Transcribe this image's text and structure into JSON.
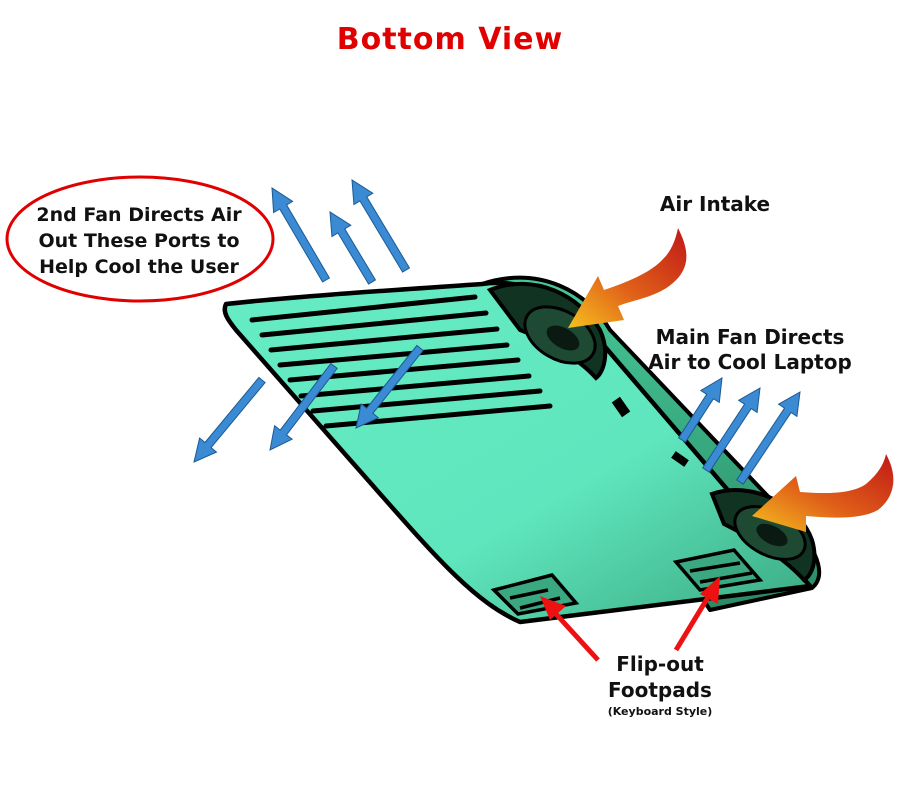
{
  "title": "Bottom View",
  "labels": {
    "callout": "2nd Fan Directs Air\nOut These Ports to\nHelp Cool the User",
    "air_intake": "Air Intake",
    "main_fan": "Main Fan Directs\nAir to Cool Laptop",
    "footpads": "Flip-out\nFootpads",
    "footpads_note": "(Keyboard Style)"
  },
  "colors": {
    "title": "#e00000",
    "body_fill": "#66ecc4",
    "body_shade": "#3aa880",
    "outline": "#000000",
    "blue_arrow": "#3a8ad4",
    "intake_arrow_start": "#f5c020",
    "intake_arrow_end": "#c01818",
    "red_pointer": "#ee1111",
    "callout_ring": "#e00000"
  },
  "icons": {
    "blue_arrows": "exhaust-arrow-icon",
    "intake_arrows": "air-intake-arrow-icon",
    "red_pointers": "pointer-arrow-icon"
  }
}
